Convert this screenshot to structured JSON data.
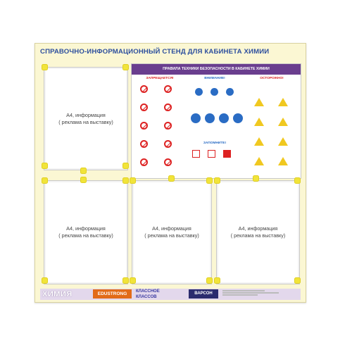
{
  "stand": {
    "title": "СПРАВОЧНО-ИНФОРМАЦИОННЫЙ СТЕНД ДЛЯ КАБИНЕТА ХИМИИ"
  },
  "pockets": [
    {
      "line1": "А4, информация",
      "line2": "( реклама на выставку)"
    },
    {
      "line1": "А4, информация",
      "line2": "( реклама на выставку)"
    },
    {
      "line1": "А4, информация",
      "line2": "( реклама на выставку)"
    },
    {
      "line1": "А4, информация",
      "line2": "( реклама на выставку)"
    }
  ],
  "poster": {
    "title": "ПРАВИЛА ТЕХНИКИ БЕЗОПАСНОСТИ В КАБИНЕТЕ ХИМИИ",
    "col_forbidden": "ЗАПРЕЩАЕТСЯ!",
    "col_attention": "ВНИМАНИЕ!",
    "col_caution": "ОСТОРОЖНО!",
    "col_remember": "ЗАПОМНИТЕ!"
  },
  "footer": {
    "subject": "ХИМИЯ",
    "brand": "EDUSTRONG",
    "series_line1": "КЛАССНОЕ",
    "series_line2": "КЛАССОВ",
    "publisher": "ВАРСОН"
  },
  "colors": {
    "board": "#fbf7d3",
    "title": "#2d4f9e",
    "clip": "#f1e43a",
    "poster_header": "#6a3e8e",
    "forbid": "#dd2222",
    "mandatory": "#2a6cc4",
    "warning": "#f0c820"
  }
}
